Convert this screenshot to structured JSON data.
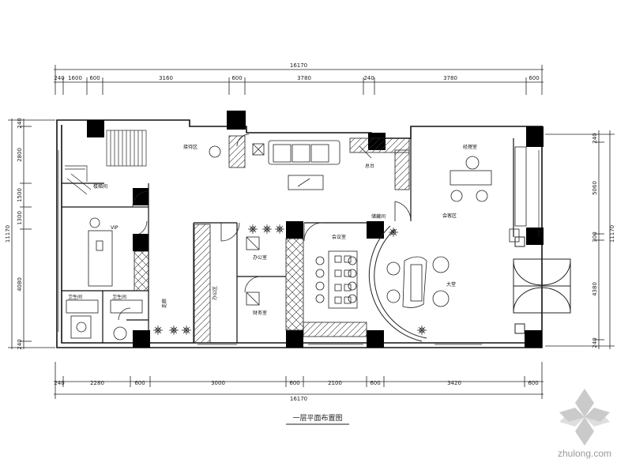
{
  "drawing": {
    "title": "一层平面布置图",
    "watermark": "zhulong.com"
  },
  "dimensions": {
    "top_total": "16170",
    "bottom_total": "16170",
    "top_segments": [
      "240",
      "1600",
      "600",
      "3160",
      "600",
      "3780",
      "240",
      "3780",
      "600"
    ],
    "bottom_segments": [
      "240",
      "2280",
      "600",
      "3000",
      "600",
      "2100",
      "600",
      "3420",
      "600"
    ],
    "left_segments": [
      "240",
      "2800",
      "1500",
      "1300",
      "4080",
      "240"
    ],
    "left_total": "11170",
    "right_segments": [
      "240",
      "5060",
      "300",
      "4380",
      "240"
    ],
    "right_total": "11170"
  },
  "rooms": {
    "vip": "VIP",
    "toilet_left": "卫生间",
    "toilet_right": "卫生间",
    "right_top": "经理室",
    "right_mid": "会客区",
    "center_top": "接待区",
    "meeting": "会议室",
    "office": "办公室",
    "reception": "总台",
    "lobby": "大堂",
    "finance": "财务室",
    "storage": "储藏间",
    "stair": "楼梯间",
    "corridor": "走廊",
    "desk_area": "办公区"
  }
}
